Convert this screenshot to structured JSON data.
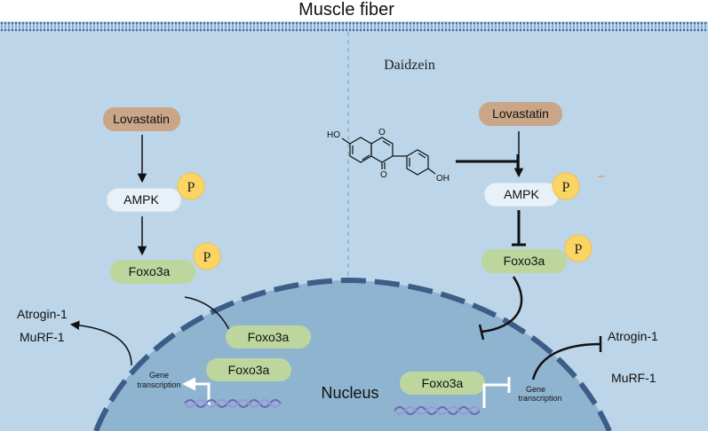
{
  "title": "Muscle fiber",
  "nucleus_label": "Nucleus",
  "left_panel": {
    "lovastatin": "Lovastatin",
    "ampk": "AMPK",
    "foxo3a": "Foxo3a",
    "phospho": "P",
    "atrogin": "Atrogin-1",
    "murf": "MuRF-1",
    "nuclear_foxo3a_1": "Foxo3a",
    "nuclear_foxo3a_2": "Foxo3a",
    "gene_transcription_line1": "Gene",
    "gene_transcription_line2": "transcription"
  },
  "right_panel": {
    "compound": "Daidzein",
    "compound_ho1": "HO",
    "compound_oh2": "OH",
    "compound_o_ring": "O",
    "compound_o_keto": "O",
    "lovastatin": "Lovastatin",
    "ampk": "AMPK",
    "foxo3a": "Foxo3a",
    "phospho": "P",
    "atrogin": "Atrogin-1",
    "murf": "MuRF-1",
    "nuclear_foxo3a": "Foxo3a",
    "gene_transcription_line1": "Gene",
    "gene_transcription_line2": "transcription"
  },
  "colors": {
    "cell_bg": "#bcd5e8",
    "membrane": "#8fb5d3",
    "nucleus_fill": "#8eb4d0",
    "envelope": "#3d5d89",
    "lovastatin": "#c8a687",
    "ampk": "#e8f0f8",
    "foxo3a": "#bcd69d",
    "phospho": "#fad564"
  }
}
